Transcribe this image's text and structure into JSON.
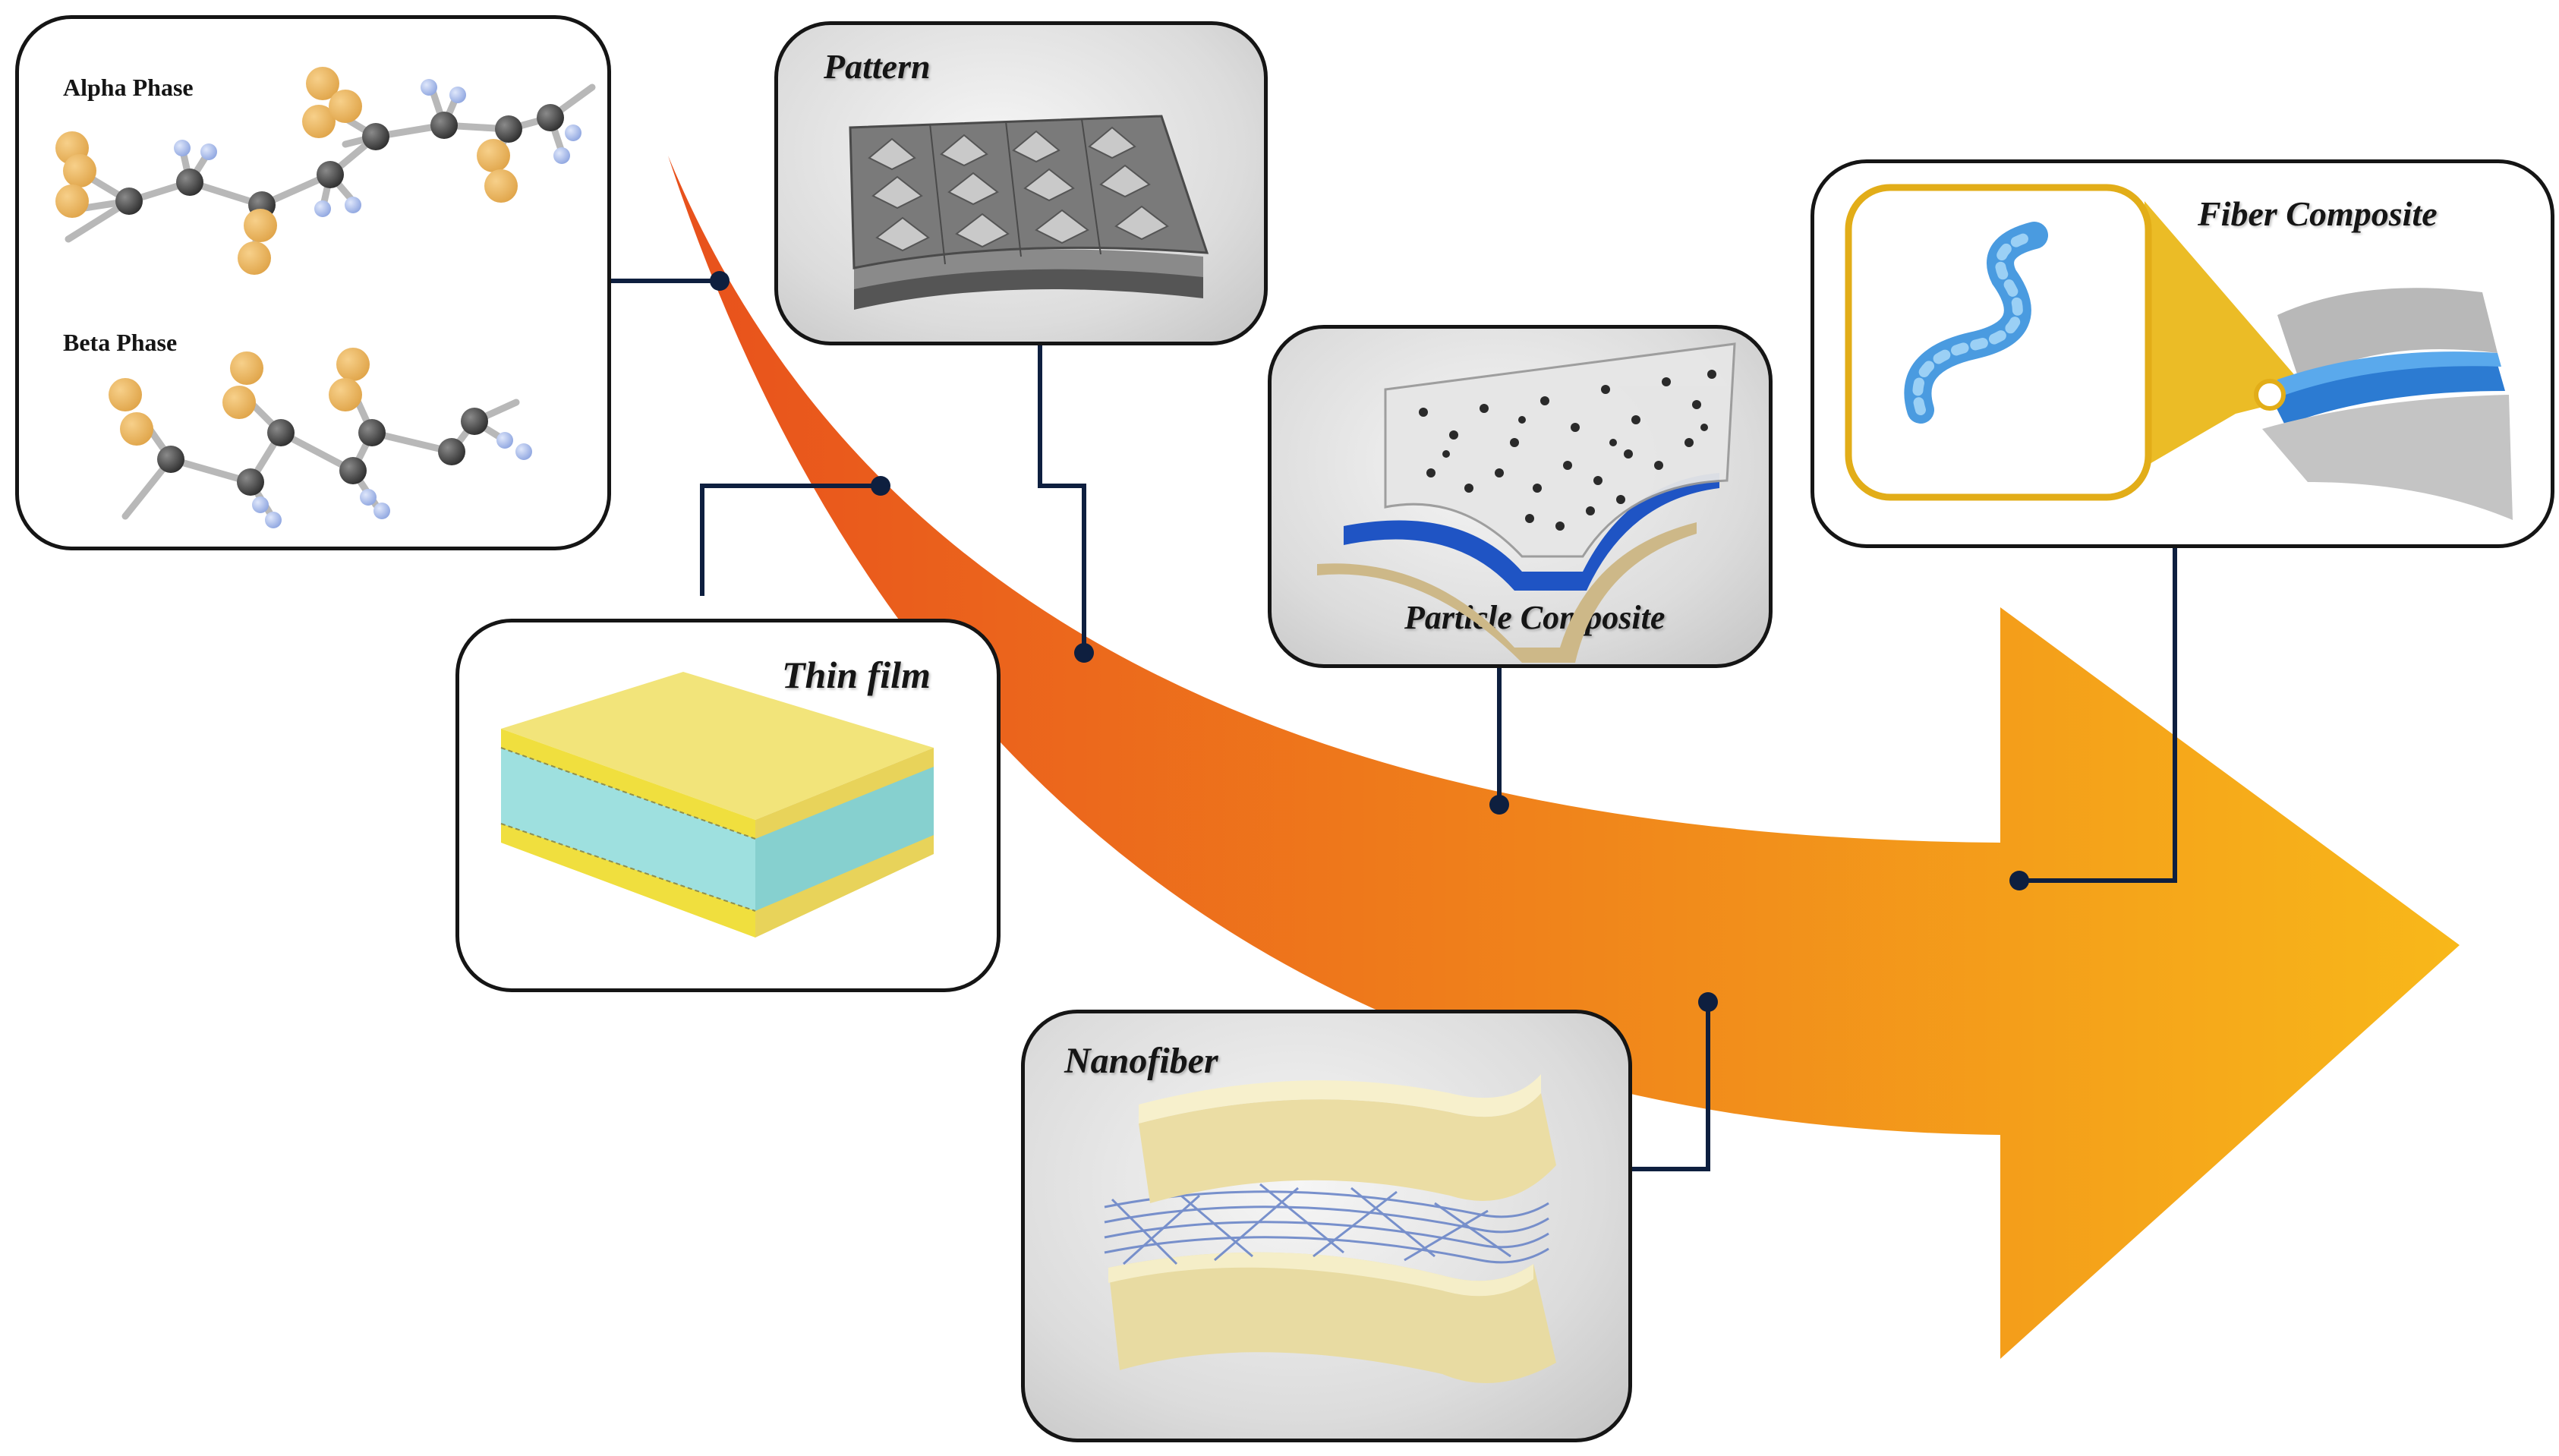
{
  "labels": {
    "alpha_phase": "Alpha Phase",
    "beta_phase": "Beta Phase",
    "pattern": "Pattern",
    "thin_film": "Thin film",
    "particle_composite": "Particle Composite",
    "fiber_composite": "Fiber Composite",
    "nanofiber": "Nanofiber"
  },
  "colors": {
    "arrow_start": "#e8501c",
    "arrow_end": "#f8b81a",
    "connector": "#0e1f3f",
    "panel_border": "#151515",
    "fluorine": "#e0a54a",
    "carbon": "#2e2e2e",
    "hydrogen": "#8fa6e0"
  }
}
